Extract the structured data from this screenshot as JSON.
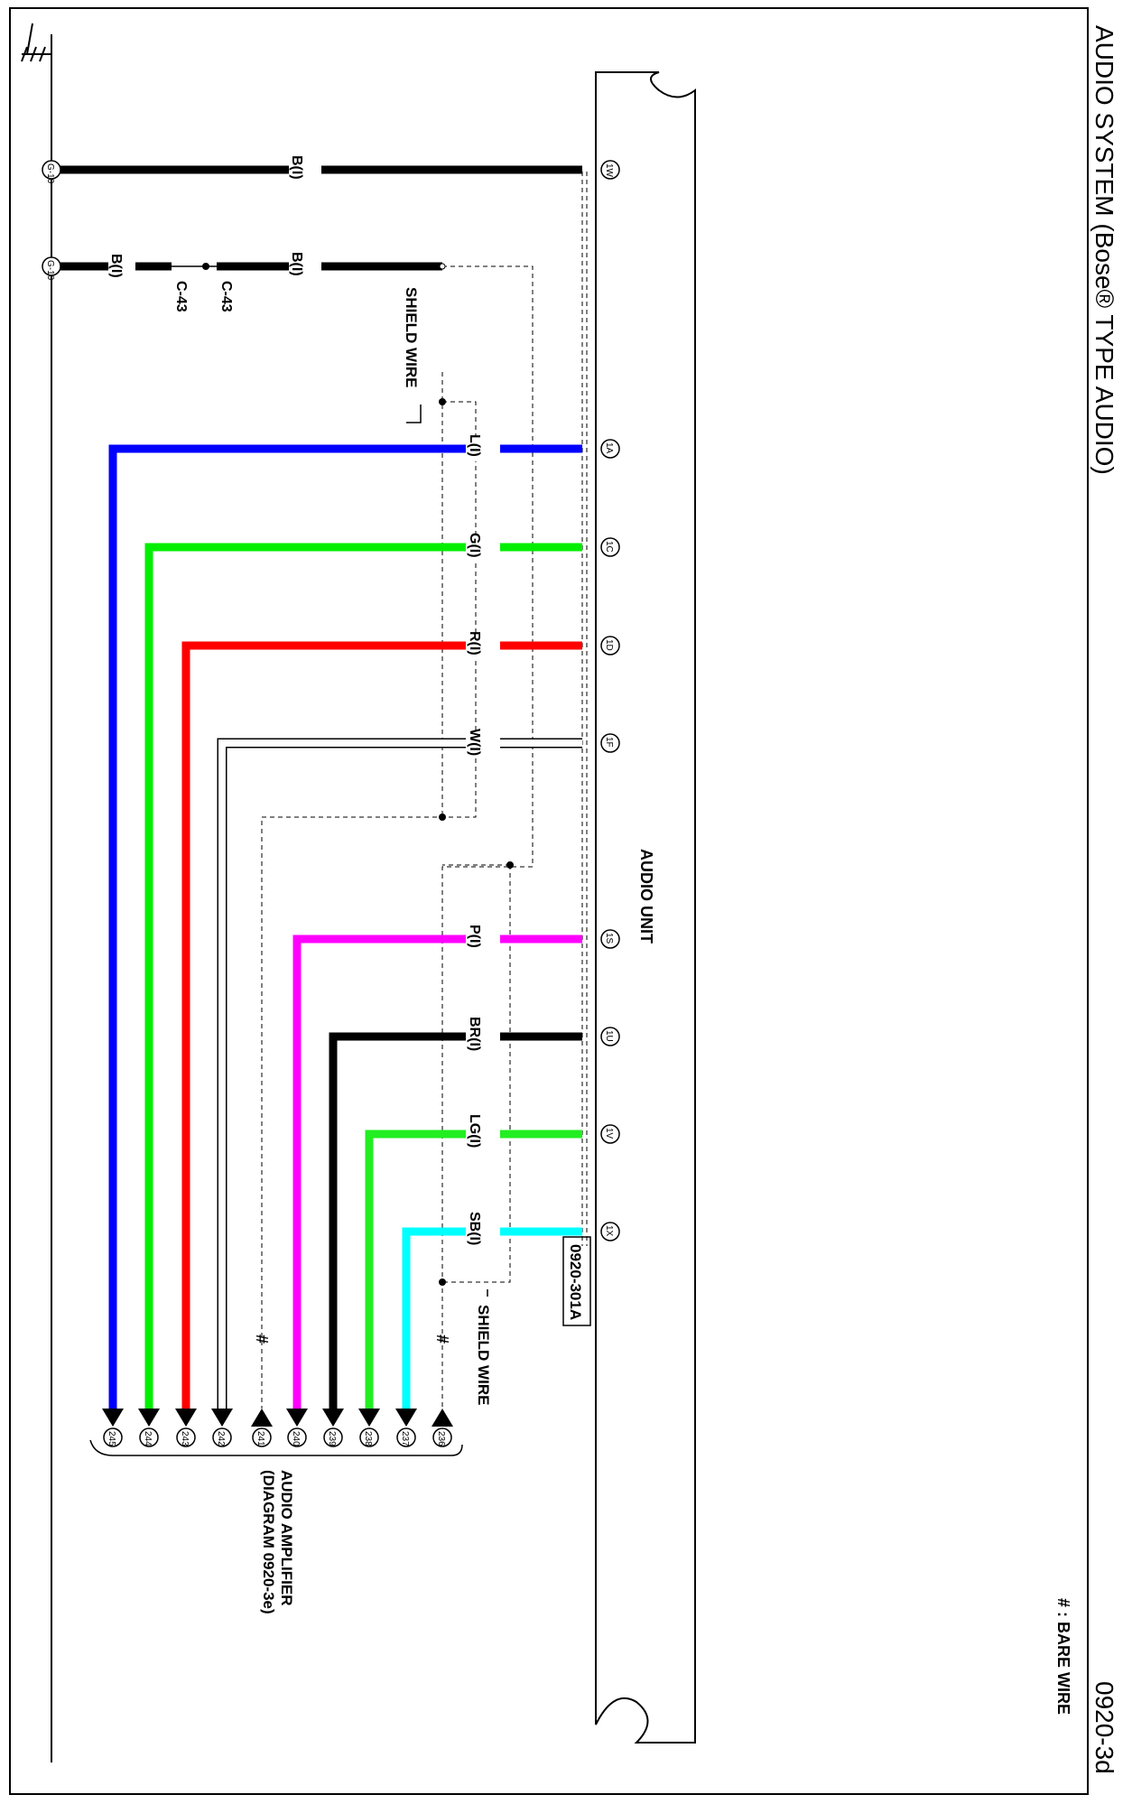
{
  "title": "AUDIO SYSTEM (Bose® TYPE AUDIO)",
  "diagram_number": "0920-3d",
  "legend": "# : BARE WIRE",
  "audio_unit": {
    "label": "AUDIO UNIT",
    "connector": "0920-301A"
  },
  "amplifier": {
    "label_line1": "AUDIO AMPLIFIER",
    "label_line2": "(DIAGRAM  0920-3e)"
  },
  "ground_label": "G-10",
  "connector_label": "C-43",
  "shield_label": "SHIELD WIRE",
  "bare_mark": "#",
  "colors": {
    "L": "#0000ff",
    "G": "#00ee00",
    "R": "#ff0000",
    "W": "#ffffff",
    "P": "#ff00ff",
    "BR": "#000000",
    "LG": "#22ee22",
    "SB": "#00ffff",
    "B": "#000000"
  },
  "ground_wires": [
    {
      "unit_pin": "1W",
      "wire": "B(I)",
      "ground": "G-10"
    },
    {
      "unit_pin": "",
      "wire_right": "B(I)",
      "wire_left": "B(I)",
      "connector": "C-43",
      "ground": "G-10"
    }
  ],
  "signal_wires": [
    {
      "unit_pin": "1A",
      "wire": "L(I)",
      "amp_pin": "245",
      "color": "L"
    },
    {
      "unit_pin": "1C",
      "wire": "G(I)",
      "amp_pin": "244",
      "color": "G"
    },
    {
      "unit_pin": "1D",
      "wire": "R(I)",
      "amp_pin": "243",
      "color": "R"
    },
    {
      "unit_pin": "1F",
      "wire": "W(I)",
      "amp_pin": "242",
      "color": "W"
    },
    {
      "unit_pin": "1S",
      "wire": "P(I)",
      "amp_pin": "240",
      "color": "P"
    },
    {
      "unit_pin": "1U",
      "wire": "BR(I)",
      "amp_pin": "239",
      "color": "BR"
    },
    {
      "unit_pin": "1V",
      "wire": "LG(I)",
      "amp_pin": "238",
      "color": "LG"
    },
    {
      "unit_pin": "1X",
      "wire": "SB(I)",
      "amp_pin": "237",
      "color": "SB"
    }
  ],
  "bare_pins": [
    "241",
    "236"
  ]
}
